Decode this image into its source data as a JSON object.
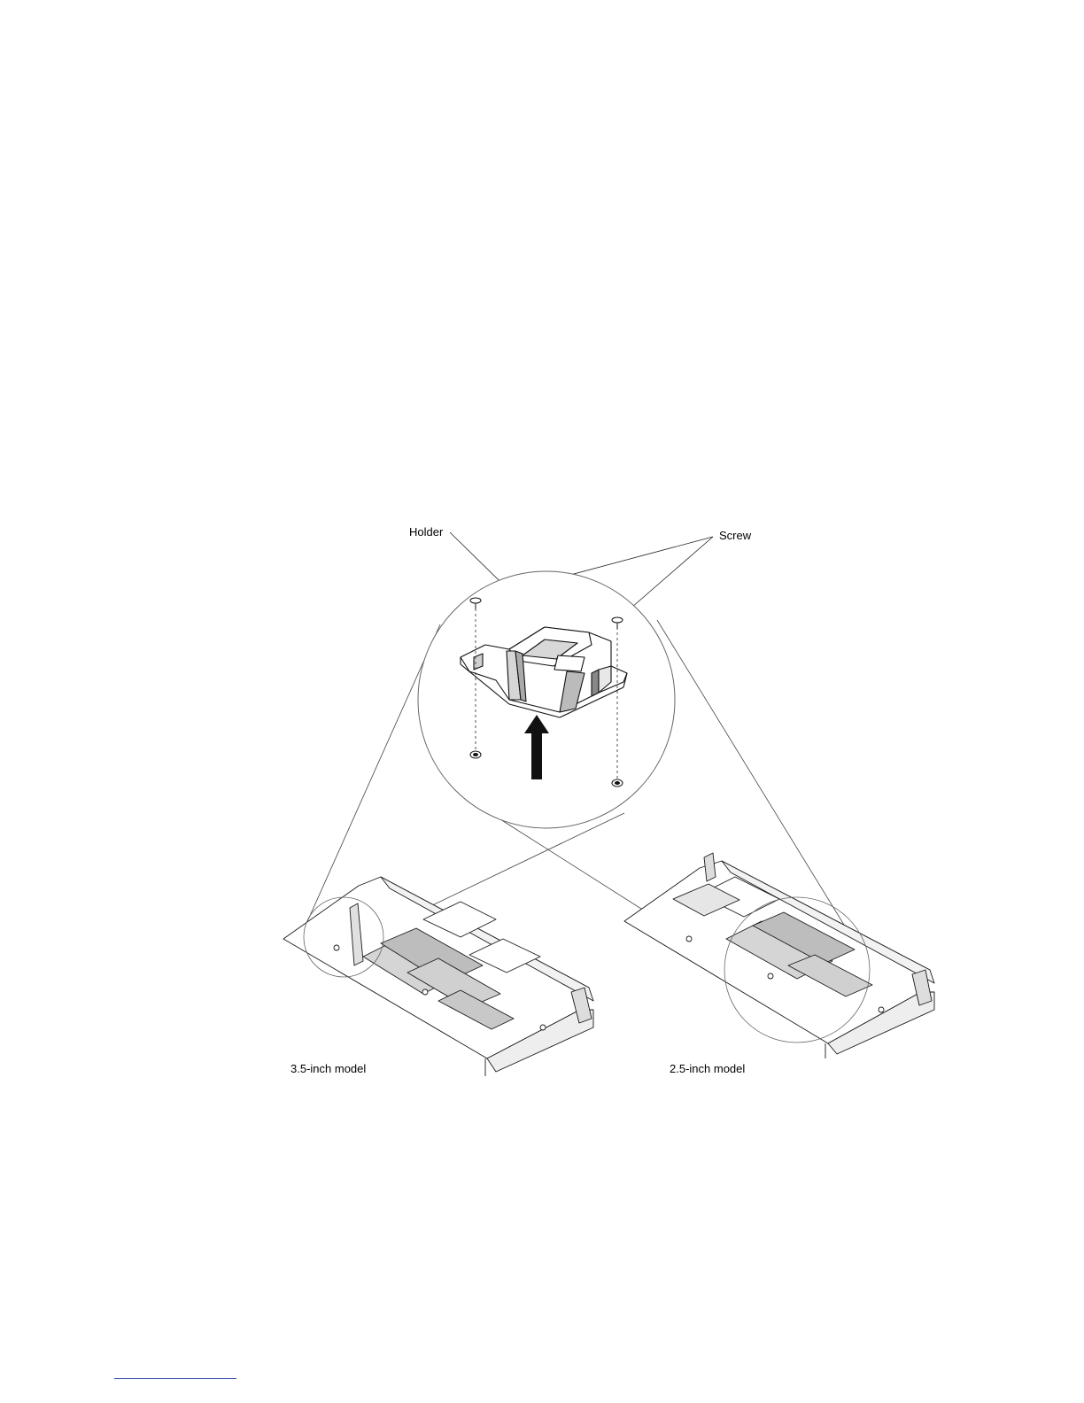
{
  "figure": {
    "callouts": {
      "holder": "Holder",
      "screw": "Screw"
    },
    "captions": {
      "left_model": "3.5-inch model",
      "right_model": "2.5-inch model"
    }
  },
  "colors": {
    "line": "#1a1a1a",
    "link_rule": "#2a3ea8"
  },
  "icons": {
    "direction": "arrow-up-icon",
    "fastener": "screw-icon"
  }
}
